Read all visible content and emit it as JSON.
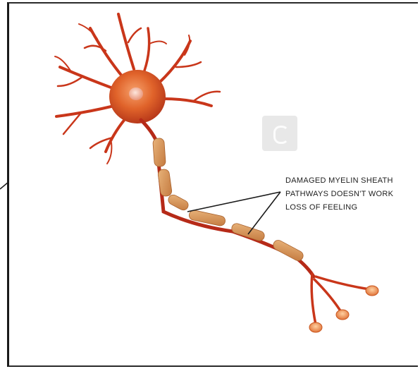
{
  "annotation": {
    "lines": [
      "DAMAGED MYELIN SHEATH",
      "PATHWAYS DOESN'T WORK",
      "LOSS OF FEELING"
    ]
  },
  "colors": {
    "soma": "#d9531e",
    "soma_highlight": "#f08a4f",
    "dendrite": "#c9361a",
    "nucleus": "#f2b8a0",
    "myelin": "#d99a5b",
    "axon": "#b62a18",
    "terminal": "#f2a35c",
    "leader_line": "#1a1a1a"
  },
  "watermark_icons": [
    "stock-logo-icon"
  ]
}
